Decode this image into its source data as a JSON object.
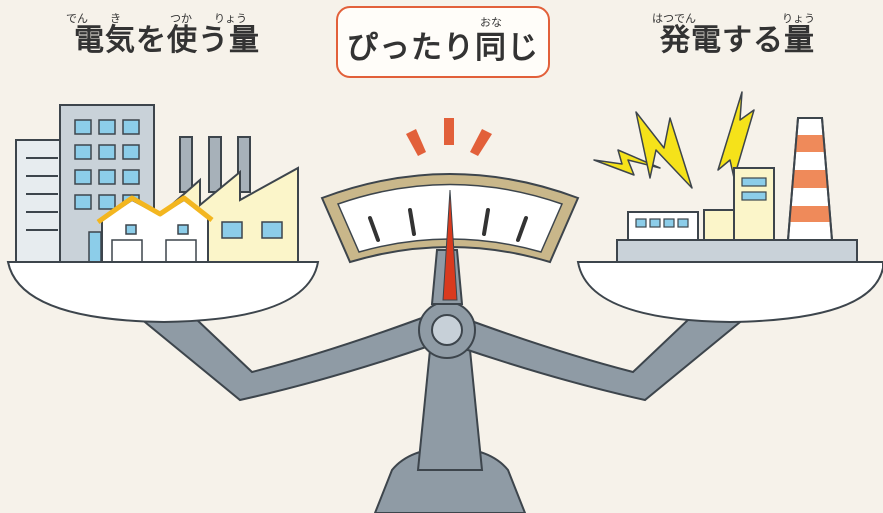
{
  "left_title": {
    "text": "電気を使う量",
    "ruby": [
      {
        "text": "でん",
        "over": "電"
      },
      {
        "text": "き",
        "over": "気"
      },
      {
        "text": "つか",
        "over": "使"
      },
      {
        "text": "りょう",
        "over": "量"
      }
    ]
  },
  "center_title": {
    "text": "ぴったり同じ",
    "ruby": [
      {
        "text": "おな",
        "over": "同"
      }
    ]
  },
  "right_title": {
    "text": "発電する量",
    "ruby": [
      {
        "text": "はつでん",
        "over": "発電"
      },
      {
        "text": "りょう",
        "over": "量"
      }
    ]
  },
  "gauge": {
    "ticks": 5,
    "needle_position": "center"
  },
  "colors": {
    "background": "#f6f2ea",
    "scale_gray": "#8f9ba5",
    "needle": "#d93a1e",
    "accent_orange": "#e2603a",
    "lightning": "#f5e21a",
    "chimney_stripe": "#ef8a5a",
    "gauge_rim": "#c9b78a"
  },
  "icons": [
    "office-building-icon",
    "factory-icon",
    "house-icon",
    "power-plant-icon",
    "lightning-icon",
    "chimney-icon",
    "scale-icon",
    "gauge-needle-icon"
  ]
}
